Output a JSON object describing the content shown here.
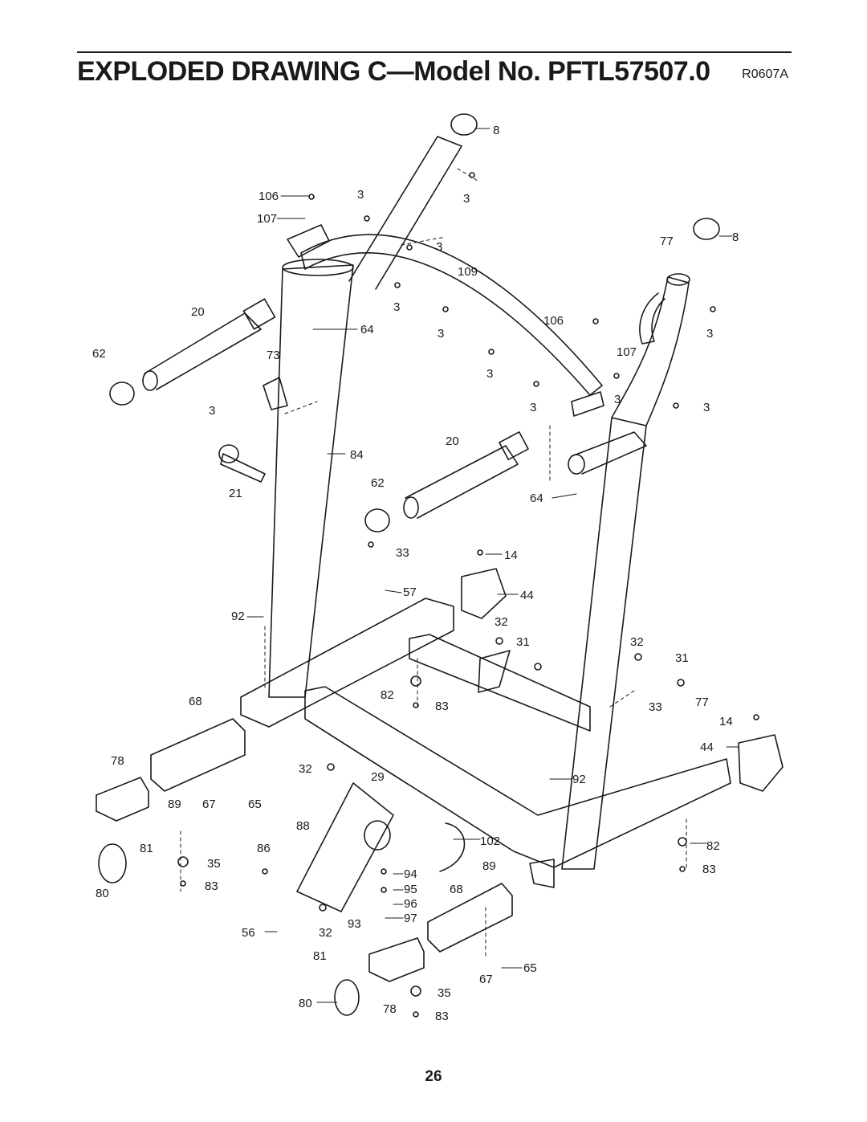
{
  "header": {
    "title": "EXPLODED DRAWING C—Model No. PFTL57507.0",
    "drawing_code": "R0607A"
  },
  "page_number": "26",
  "part_labels": [
    "8",
    "8",
    "106",
    "107",
    "3",
    "3",
    "3",
    "3",
    "3",
    "3",
    "3",
    "3",
    "3",
    "3",
    "3",
    "77",
    "109",
    "106",
    "107",
    "20",
    "64",
    "62",
    "73",
    "84",
    "21",
    "20",
    "62",
    "64",
    "33",
    "57",
    "14",
    "44",
    "92",
    "32",
    "31",
    "32",
    "31",
    "82",
    "83",
    "68",
    "77",
    "33",
    "14",
    "44",
    "78",
    "89",
    "67",
    "65",
    "32",
    "29",
    "92",
    "88",
    "102",
    "86",
    "81",
    "35",
    "83",
    "80",
    "94",
    "95",
    "96",
    "97",
    "89",
    "68",
    "82",
    "83",
    "56",
    "32",
    "93",
    "81",
    "80",
    "78",
    "67",
    "65",
    "35",
    "83"
  ]
}
